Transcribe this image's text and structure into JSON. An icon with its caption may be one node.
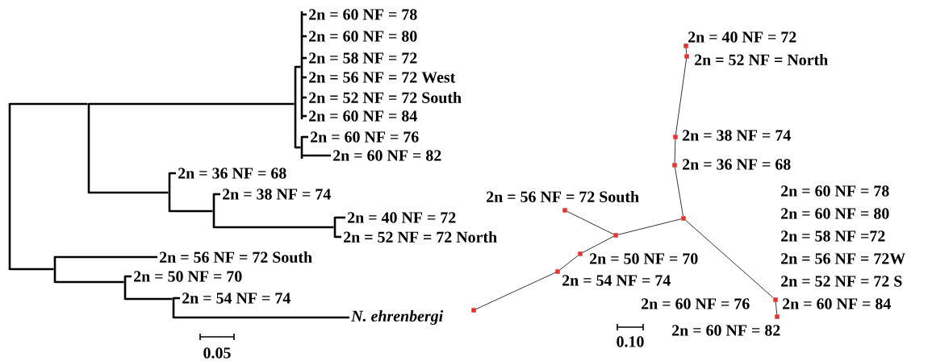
{
  "diagram": {
    "nodes": [
      {
        "text": [
          "2n = 60 NF = 78"
        ]
      },
      {
        "text": [
          "2n = 60 NF = 80"
        ]
      },
      {
        "text": [
          "2n = 58 NF = 72"
        ]
      },
      {
        "text": [
          "2n = 56 NF = 72 West"
        ]
      },
      {
        "text": [
          "2n = 52 NF = 72 South"
        ]
      },
      {
        "text": [
          "2n = 60 NF = 84"
        ]
      },
      {
        "text": [
          "2n = 60 NF = 76"
        ]
      },
      {
        "text": [
          "2n = 60 NF = 82"
        ]
      },
      {
        "text": [
          "2n = 36 NF = 68"
        ]
      },
      {
        "text": [
          "2n = 38 NF = 74"
        ]
      },
      {
        "text": [
          "2n = 40 NF = 72"
        ]
      },
      {
        "text": [
          "2n = 52 NF = 72 North"
        ]
      },
      {
        "text": [
          "2n = 56 NF = 72 South"
        ]
      },
      {
        "text": [
          "2n = 50 NF = 70"
        ]
      },
      {
        "text": [
          "2n = 54 NF = 74"
        ]
      },
      {
        "text": [
          "N. ehrenbergi"
        ]
      },
      {
        "text": [],
        "shape": "bar"
      },
      {
        "text": [],
        "shape": "bar"
      },
      {
        "text": [],
        "shape": "bar"
      },
      {
        "text": [],
        "shape": "bar"
      },
      {
        "text": [],
        "shape": "bar"
      },
      {
        "text": [],
        "shape": "bar"
      },
      {
        "text": [],
        "shape": "bar"
      },
      {
        "text": [],
        "shape": "bar"
      },
      {
        "text": [],
        "shape": "bar"
      },
      {
        "text": [],
        "shape": "bar"
      },
      {
        "text": [],
        "shape": "bar"
      },
      {
        "text": [],
        "shape": "box",
        "beside": [
          "2n = 40 NF = 72"
        ]
      },
      {
        "text": [],
        "shape": "box",
        "beside": [
          "2n = 52 NF = North"
        ]
      },
      {
        "text": [],
        "shape": "box",
        "beside": [
          "2n = 38 NF = 74"
        ]
      },
      {
        "text": [],
        "shape": "box",
        "beside": [
          "2n = 36 NF = 68"
        ]
      },
      {
        "text": [],
        "shape": "box"
      },
      {
        "text": [],
        "shape": "box"
      },
      {
        "text": [],
        "shape": "box",
        "beside": [
          "2n = 56 NF = 72 South"
        ]
      },
      {
        "text": [],
        "shape": "box",
        "beside": [
          "2n = 50 NF = 70"
        ]
      },
      {
        "text": [],
        "shape": "box",
        "beside": [
          "2n = 54 NF = 74"
        ]
      },
      {
        "text": [],
        "shape": "box"
      },
      {
        "text": [],
        "shape": "box",
        "beside": [
          "2n = 60 NF = 78",
          "2n = 60 NF = 80",
          "2n = 58 NF =72",
          "2n = 56 NF = 72W",
          "2n = 52 NF = 72 S",
          "2n = 60 NF = 76",
          "2n = 60 NF = 84"
        ]
      },
      {
        "text": [],
        "shape": "box",
        "beside": [
          "2n = 60 NF = 82"
        ]
      }
    ],
    "edges": [
      {
        "from": 16,
        "to": 17,
        "arrow": "none"
      },
      {
        "from": 16,
        "to": 24,
        "arrow": "none"
      },
      {
        "from": 17,
        "to": 18,
        "arrow": "none"
      },
      {
        "from": 17,
        "to": 21,
        "arrow": "none"
      },
      {
        "from": 18,
        "to": 19,
        "arrow": "none"
      },
      {
        "from": 18,
        "to": 20,
        "arrow": "none"
      },
      {
        "from": 19,
        "to": 0,
        "arrow": "none"
      },
      {
        "from": 19,
        "to": 1,
        "arrow": "none"
      },
      {
        "from": 19,
        "to": 2,
        "arrow": "none"
      },
      {
        "from": 19,
        "to": 3,
        "arrow": "none"
      },
      {
        "from": 19,
        "to": 4,
        "arrow": "none"
      },
      {
        "from": 19,
        "to": 5,
        "arrow": "none"
      },
      {
        "from": 20,
        "to": 6,
        "arrow": "none"
      },
      {
        "from": 20,
        "to": 7,
        "arrow": "none"
      },
      {
        "from": 21,
        "to": 8,
        "arrow": "none"
      },
      {
        "from": 21,
        "to": 22,
        "arrow": "none"
      },
      {
        "from": 22,
        "to": 9,
        "arrow": "none"
      },
      {
        "from": 22,
        "to": 23,
        "arrow": "none"
      },
      {
        "from": 23,
        "to": 10,
        "arrow": "none"
      },
      {
        "from": 23,
        "to": 11,
        "arrow": "none"
      },
      {
        "from": 24,
        "to": 12,
        "arrow": "none"
      },
      {
        "from": 24,
        "to": 25,
        "arrow": "none"
      },
      {
        "from": 25,
        "to": 13,
        "arrow": "none"
      },
      {
        "from": 25,
        "to": 26,
        "arrow": "none"
      },
      {
        "from": 26,
        "to": 14,
        "arrow": "none"
      },
      {
        "from": 26,
        "to": 15,
        "arrow": "none"
      },
      {
        "from": 27,
        "to": 28,
        "arrow": "none"
      },
      {
        "from": 28,
        "to": 29,
        "arrow": "none"
      },
      {
        "from": 29,
        "to": 30,
        "arrow": "none"
      },
      {
        "from": 30,
        "to": 31,
        "arrow": "none"
      },
      {
        "from": 31,
        "to": 32,
        "arrow": "none"
      },
      {
        "from": 32,
        "to": 33,
        "arrow": "none"
      },
      {
        "from": 32,
        "to": 34,
        "arrow": "none"
      },
      {
        "from": 34,
        "to": 35,
        "arrow": "none"
      },
      {
        "from": 35,
        "to": 36,
        "arrow": "none"
      },
      {
        "from": 31,
        "to": 37,
        "arrow": "none"
      },
      {
        "from": 37,
        "to": 38,
        "arrow": "none"
      }
    ],
    "labels": [
      "0.05",
      "0.10"
    ]
  }
}
